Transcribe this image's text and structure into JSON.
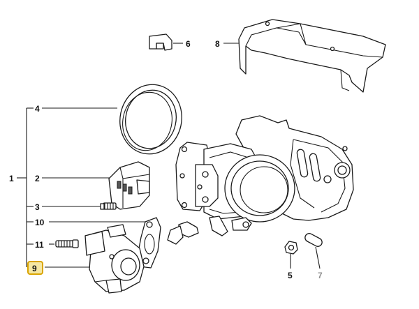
{
  "callouts": [
    {
      "id": "1",
      "text": "1"
    },
    {
      "id": "2",
      "text": "2"
    },
    {
      "id": "3",
      "text": "3"
    },
    {
      "id": "4",
      "text": "4"
    },
    {
      "id": "5",
      "text": "5"
    },
    {
      "id": "6",
      "text": "6"
    },
    {
      "id": "7",
      "text": "7"
    },
    {
      "id": "8",
      "text": "8"
    },
    {
      "id": "9",
      "text": "9"
    },
    {
      "id": "10",
      "text": "10"
    },
    {
      "id": "11",
      "text": "11"
    }
  ],
  "highlight": {
    "callout": "9",
    "fill": "#f5e7a3",
    "border": "#d9a400"
  },
  "colors": {
    "line": "#1a1a1a",
    "muted_label": "#8f8f8f",
    "shade": "#d9d9d9"
  }
}
